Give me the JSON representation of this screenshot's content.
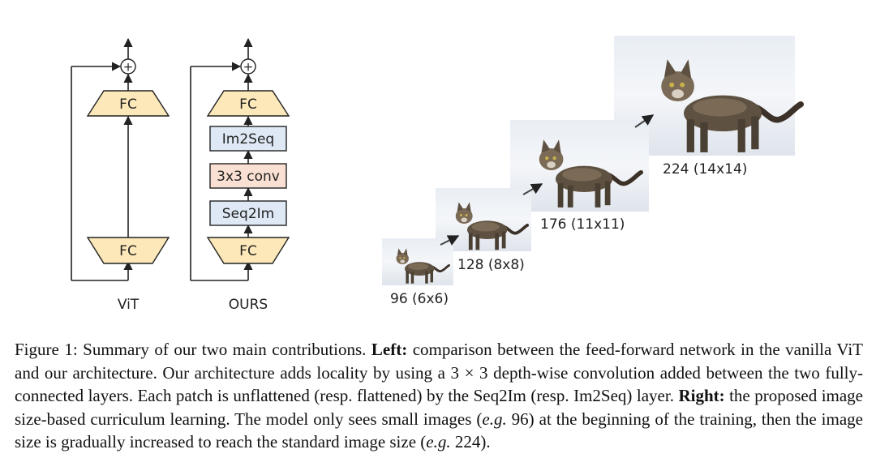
{
  "figure": {
    "vit": {
      "fc_top": "FC",
      "fc_bottom": "FC",
      "label": "ViT"
    },
    "ours": {
      "fc_top": "FC",
      "im2seq": "Im2Seq",
      "conv": "3x3 conv",
      "seq2im": "Seq2Im",
      "fc_bottom": "FC",
      "label": "OURS"
    },
    "curriculum": {
      "images": [
        {
          "label": "96 (6x6)",
          "subject": "cat-on-snow"
        },
        {
          "label": "128 (8x8)",
          "subject": "cat-on-snow"
        },
        {
          "label": "176 (11x11)",
          "subject": "cat-on-snow"
        },
        {
          "label": "224 (14x14)",
          "subject": "cat-on-snow"
        }
      ]
    },
    "colors": {
      "fc_fill": "#fce8b8",
      "im2seq_fill": "#dfe9f6",
      "conv_fill": "#f9e0d2",
      "seq2im_fill": "#dfe9f6",
      "stroke": "#222222"
    }
  },
  "caption": {
    "figure_label": "Figure 1: Summary of our two main contributions.",
    "left_label": "Left:",
    "left_text": "comparison between the feed-forward network in the vanilla ViT and our architecture. Our architecture adds locality by using a 3 × 3 depth-wise convolution added between the two fully-connected layers. Each patch is unflattened (resp. flattened) by the Seq2Im (resp. Im2Seq) layer.",
    "right_label": "Right:",
    "right_text_1": "the proposed image size-based curriculum learning. The model only sees small images (",
    "eg_1": "e.g.",
    "right_text_2": "96) at the beginning of the training, then the image size is gradually increased to reach the standard image size (",
    "eg_2": "e.g.",
    "right_text_3": "224)."
  }
}
